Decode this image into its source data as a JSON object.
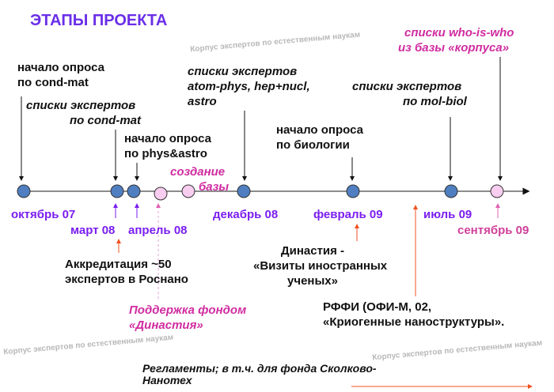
{
  "title": "ЭТАПЫ ПРОЕКТА",
  "top_labels": {
    "survey_condmat": [
      "начало опроса",
      "по cond-mat"
    ],
    "lists_condmat": [
      "списки экспертов",
      "по cond-mat"
    ],
    "survey_physastro": [
      "начало опроса",
      "по phys&astro"
    ],
    "db_creation": [
      "создание",
      "базы"
    ],
    "lists_atom": [
      "списки экспертов",
      "atom-phys, hep+nucl,",
      "astro"
    ],
    "survey_bio": [
      "начало опроса",
      "по биологии"
    ],
    "lists_molbiol": [
      "списки экспертов",
      "по mol-biol"
    ],
    "lists_whoiswho": [
      "списки who-is-who",
      "из базы «корпуса»"
    ]
  },
  "months": [
    "октябрь 07",
    "март 08",
    "апрель 08",
    "декабрь 08",
    "февраль 09",
    "июль 09",
    "сентябрь 09"
  ],
  "bottom_labels": {
    "accreditation": [
      "Аккредитация ~50",
      "экспертов в Роснано"
    ],
    "dynasty_support": [
      "Поддержка фондом",
      "«Династия»"
    ],
    "dynasty_visits": [
      "Династия  -",
      "«Визиты иностранных",
      "ученых»"
    ],
    "rffi": [
      "РФФИ (ОФИ-М, 02,",
      "«Криогенные наноструктуры»."
    ],
    "regulations": [
      "Регламенты; в т.ч. для фонда Сколково-",
      "Нанотех"
    ]
  },
  "watermark": "Корпус экспертов по естественным наукам",
  "colors": {
    "title": "#6a2ee8",
    "month": "#7a1ef0",
    "pink": "#d02ca0",
    "node": "#4f7fc0",
    "node_pink": "#f8cdf0",
    "red_arrow": "#f05020"
  }
}
